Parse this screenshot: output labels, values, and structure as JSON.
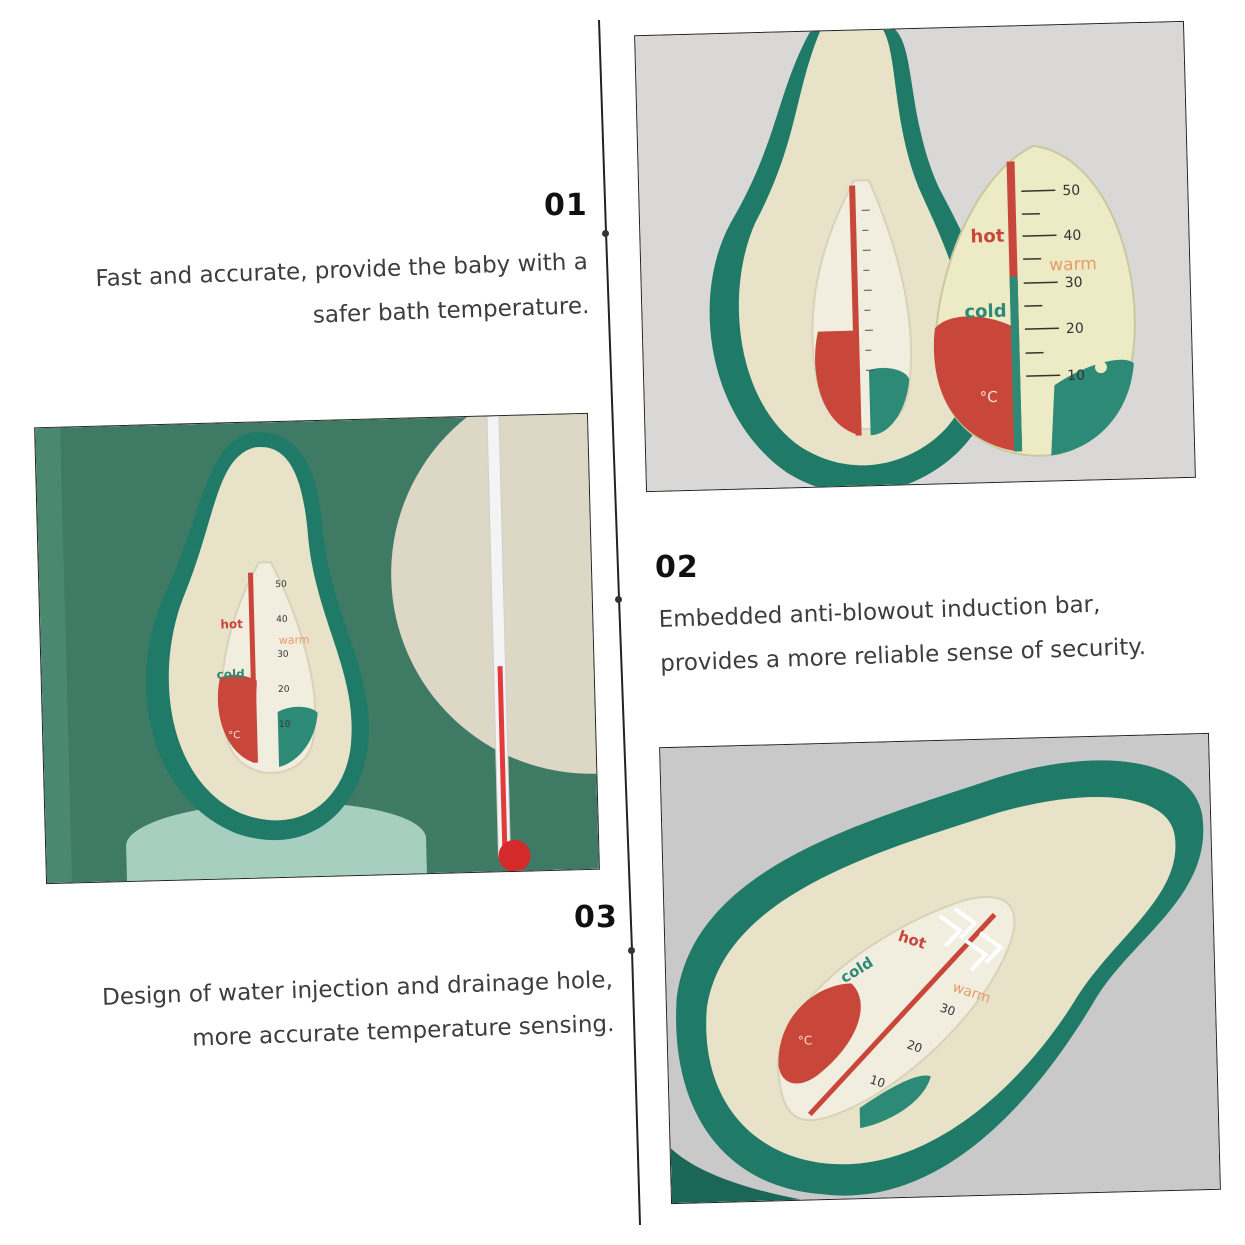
{
  "features": [
    {
      "number": "01",
      "lines": [
        "Fast and accurate, provide the baby with a",
        "safer bath temperature."
      ]
    },
    {
      "number": "02",
      "lines": [
        "Embedded anti-blowout induction bar,",
        "provides a more reliable sense of security."
      ]
    },
    {
      "number": "03",
      "lines": [
        "Design of water injection and drainage hole,",
        "more accurate temperature sensing."
      ]
    }
  ],
  "thermometer": {
    "label_hot": "hot",
    "label_warm": "warm",
    "label_cold": "cold",
    "unit": "°C",
    "scale": [
      "50",
      "40",
      "30",
      "20",
      "10"
    ]
  },
  "colors": {
    "shell_green": "#1f7a68",
    "body_cream": "#e8e3c8",
    "hot_red": "#c9463a",
    "cold_teal": "#2d8a76",
    "warm_orange": "#e69a6a"
  }
}
